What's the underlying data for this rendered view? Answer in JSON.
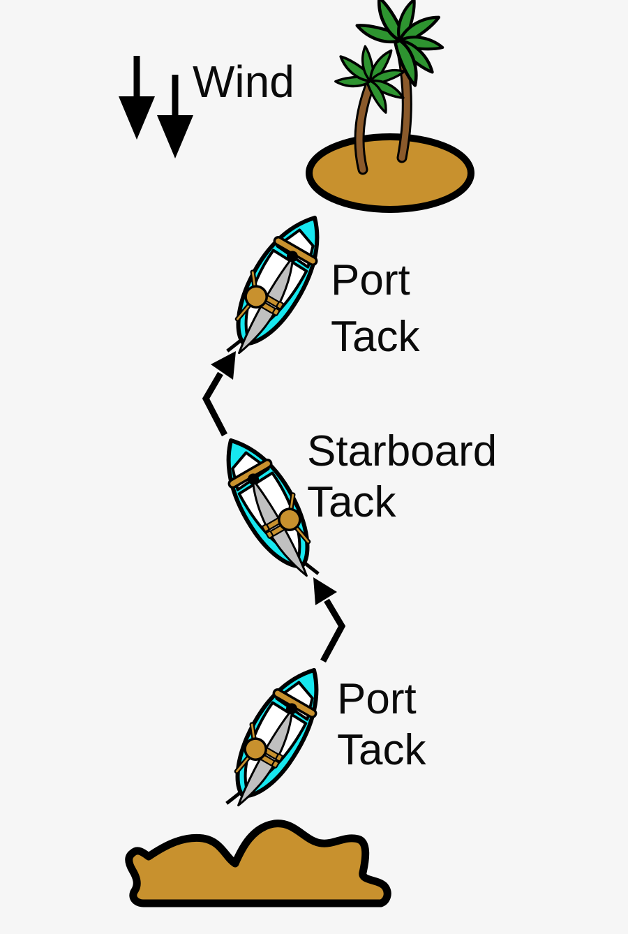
{
  "colors": {
    "canvas": "#f6f6f6",
    "ink": "#000000",
    "text": "#0a0a0a",
    "hull": "#17e7ef",
    "deck": "#ffffff",
    "sail": "#c0c0c0",
    "wood": "#c8912e",
    "trunk": "#8b5a2b",
    "leaf": "#2e9430"
  },
  "wind": {
    "label": "Wind"
  },
  "boats": [
    {
      "position": "top",
      "tack": "port",
      "label": "Port Tack",
      "lines": [
        "Port",
        "Tack"
      ]
    },
    {
      "position": "middle",
      "tack": "starboard",
      "label": "Starboard Tack",
      "lines": [
        "Starboard",
        "Tack"
      ]
    },
    {
      "position": "bottom",
      "tack": "port",
      "label": "Port Tack",
      "lines": [
        "Port",
        "Tack"
      ]
    }
  ],
  "icons": {
    "wind-arrow-icon": "▼ downward wind arrow",
    "island-icon": "sand ellipse with two palm trees",
    "palm-tree-icon": "palm tree",
    "sailboat-icon": "top view dinghy with sail, boom and crew",
    "course-arrow-icon": "zig-zag course arrow",
    "shoreline-icon": "shore landmass"
  }
}
